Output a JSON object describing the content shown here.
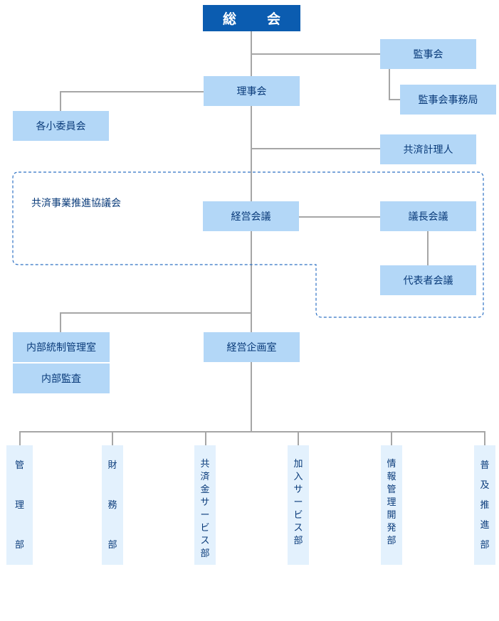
{
  "top": {
    "label": "総　会"
  },
  "boxes": {
    "kanjikai": "監事会",
    "kanjikai_jimukyoku": "監事会事務局",
    "rijikai": "理事会",
    "kakusho_iinkai": "各小委員会",
    "kyosai_keirinin": "共済計理人",
    "keiei_kaigi": "経営会議",
    "gicho_kaigi": "議長会議",
    "daihyosha_kaigi": "代表者会議",
    "naibu_tosei": "内部統制管理室",
    "naibu_kansa": "内部監査",
    "keiei_kikaku": "経営企画室"
  },
  "council": {
    "label": "共済事業推進協議会",
    "border_color": "#2f72c4"
  },
  "departments": [
    {
      "label": "管理部",
      "chars": [
        "管",
        "理",
        "部"
      ],
      "spread": true
    },
    {
      "label": "財務部",
      "chars": [
        "財",
        "務",
        "部"
      ],
      "spread": true
    },
    {
      "label": "共済金サービス部",
      "chars": [
        "共",
        "済",
        "金",
        "サ",
        "ー",
        "ビ",
        "ス",
        "部"
      ],
      "spread": false
    },
    {
      "label": "加入サービス部",
      "chars": [
        "加",
        "入",
        "サ",
        "ー",
        "ビ",
        "ス",
        "部"
      ],
      "spread": false
    },
    {
      "label": "情報管理開発部",
      "chars": [
        "情",
        "報",
        "管",
        "理",
        "開",
        "発",
        "部"
      ],
      "spread": false
    },
    {
      "label": "普及推進部",
      "chars": [
        "普",
        "及",
        "推",
        "進",
        "部"
      ],
      "spread": true
    }
  ],
  "colors": {
    "top_fill": "#0b5cb0",
    "box_fill": "#b3d7f7",
    "dept_fill": "#e3f1fd",
    "text": "#0a3b7a",
    "connector": "#a6a6a6"
  }
}
